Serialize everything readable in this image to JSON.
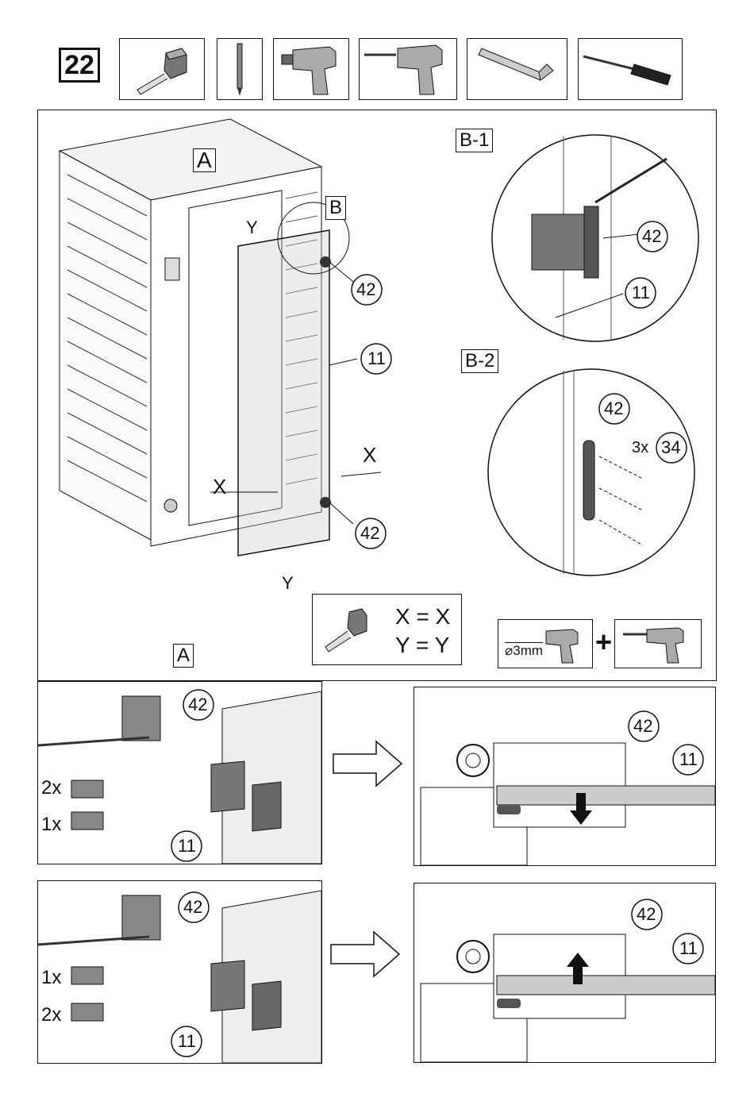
{
  "step": {
    "number": "22"
  },
  "tools": [
    {
      "name": "tape-measure-icon"
    },
    {
      "name": "pencil-icon"
    },
    {
      "name": "drill-icon"
    },
    {
      "name": "drill-with-bit-icon"
    },
    {
      "name": "allen-key-icon"
    },
    {
      "name": "screwdriver-icon"
    }
  ],
  "main": {
    "detail_a_label": "A",
    "detail_b_label": "B",
    "measure_x": "X",
    "measure_y": "Y",
    "part_hinge": "42",
    "part_door": "11"
  },
  "b1": {
    "label": "B-1",
    "part_hinge": "42",
    "part_door": "11"
  },
  "b2": {
    "label": "B-2",
    "part_hinge": "42",
    "screw_qty": "3x",
    "part_screw": "34"
  },
  "equal_box": {
    "line1": "X = X",
    "line2": "Y = Y"
  },
  "drill_box": {
    "diameter": "⌀3mm",
    "plus": "+"
  },
  "section_a_label": "A",
  "row1": {
    "part_hinge": "42",
    "part_door": "11",
    "qty_a": "2x",
    "qty_b": "1x",
    "result_hinge": "42",
    "result_door": "11",
    "direction": "down"
  },
  "row2": {
    "part_hinge": "42",
    "part_door": "11",
    "qty_a": "1x",
    "qty_b": "2x",
    "result_hinge": "42",
    "result_door": "11",
    "direction": "up"
  }
}
